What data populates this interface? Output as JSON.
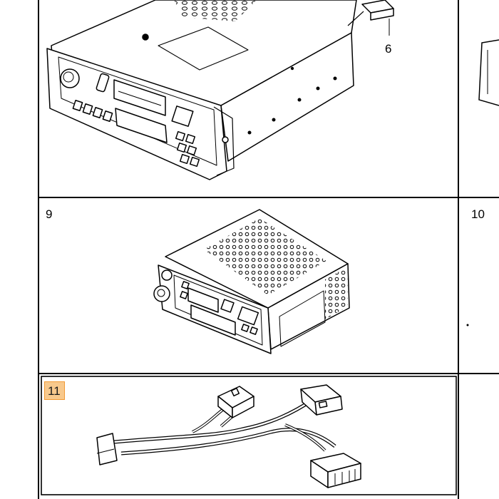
{
  "panels": [
    {
      "label": "6"
    },
    {
      "label": "9"
    },
    {
      "label": "10"
    },
    {
      "label": "11",
      "selected": true
    }
  ],
  "colors": {
    "line": "#000000",
    "highlight_fill": "#f8c98d",
    "highlight_border": "#f29a35"
  }
}
